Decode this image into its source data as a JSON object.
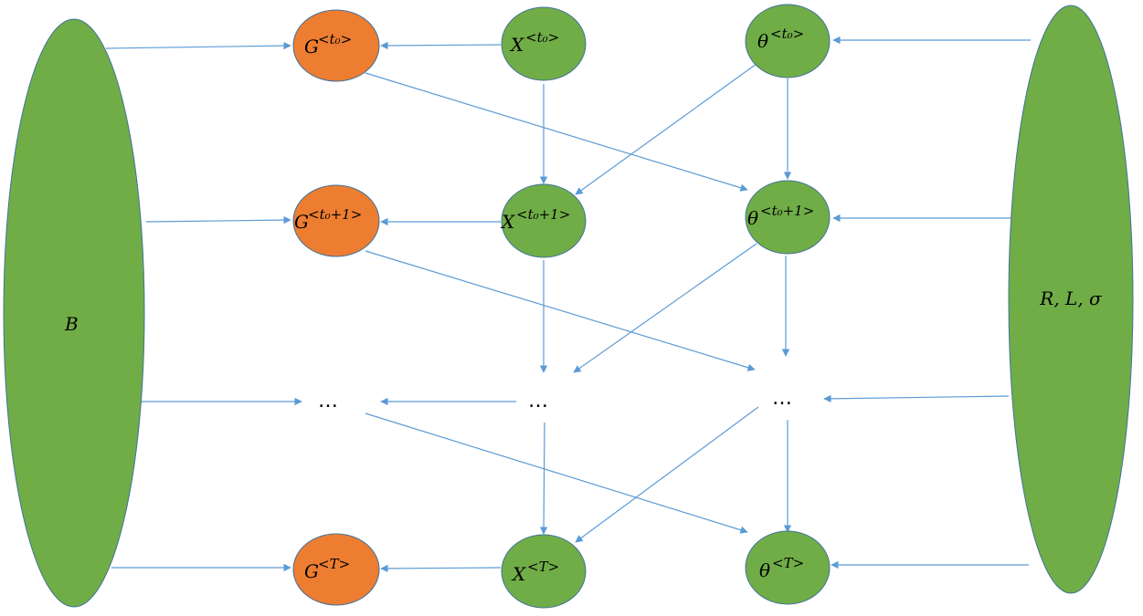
{
  "colors": {
    "green": "#70ad47",
    "orange": "#ed7d31",
    "edge": "#41719c",
    "arrow": "#5b9bd5"
  },
  "nodes": {
    "B": {
      "label": "B"
    },
    "RLsigma": {
      "label": "R, L, σ"
    },
    "G0": {
      "base": "G",
      "sup": "<t₀>"
    },
    "G1": {
      "base": "G",
      "sup": "<t₀+1>"
    },
    "GT": {
      "base": "G",
      "sup": "<T>"
    },
    "X0": {
      "base": "X",
      "sup": "<t₀>"
    },
    "X1": {
      "base": "X",
      "sup": "<t₀+1>"
    },
    "XT": {
      "base": "X",
      "sup": "<T>"
    },
    "TH0": {
      "base": "θ",
      "sup": "<t₀>"
    },
    "TH1": {
      "base": "θ",
      "sup": "<t₀+1>"
    },
    "THT": {
      "base": "θ",
      "sup": "<T>"
    },
    "dotsG": {
      "label": "…"
    },
    "dotsX": {
      "label": "…"
    },
    "dotsTH": {
      "label": "…"
    }
  }
}
